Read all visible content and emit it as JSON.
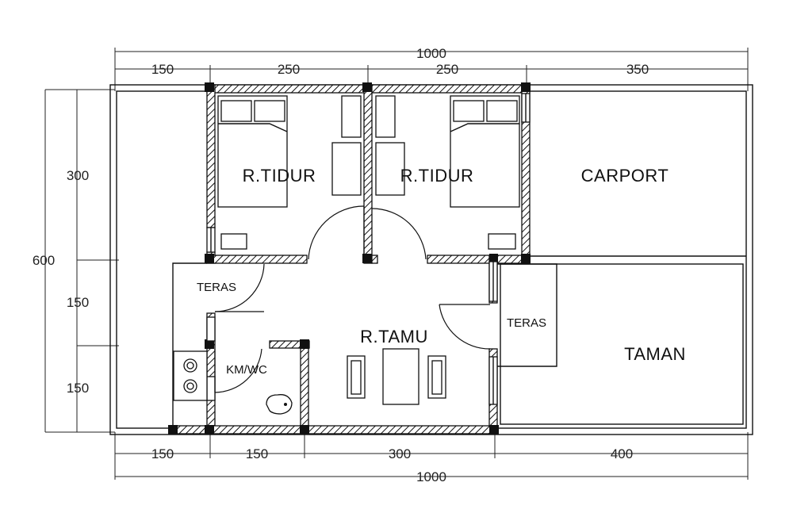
{
  "dimensions": {
    "top_total": "1000",
    "top_segments": [
      "150",
      "250",
      "250",
      "350"
    ],
    "left_total": "600",
    "left_segments": [
      "300",
      "150",
      "150"
    ],
    "bottom_segments": [
      "150",
      "150",
      "300",
      "400"
    ],
    "bottom_total": "1000"
  },
  "rooms": {
    "bedroom_left": "R.TIDUR",
    "bedroom_right": "R.TIDUR",
    "carport": "CARPORT",
    "terrace_left": "TERAS",
    "terrace_right": "TERAS",
    "living_room": "R.TAMU",
    "bathroom": "KM/WC",
    "garden": "TAMAN"
  }
}
